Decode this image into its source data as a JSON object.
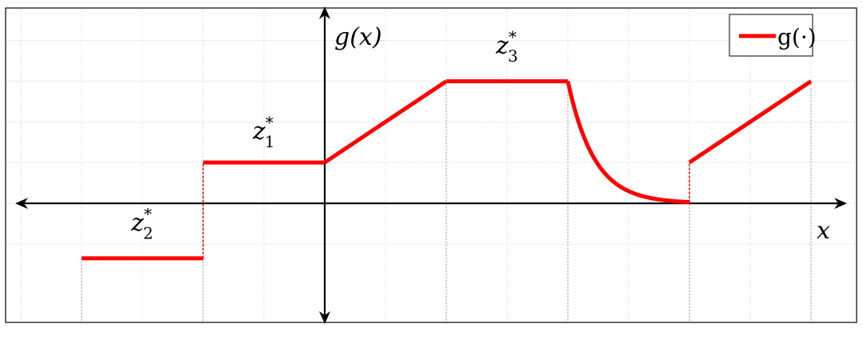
{
  "colors": {
    "series": "#ff0000",
    "axis": "#000000",
    "grid": "#d9d9d9",
    "guide": "#888888",
    "frame": "#000000"
  },
  "chart_data": {
    "type": "line",
    "title": "",
    "xlabel": "x",
    "ylabel": "g(x)",
    "xlim": [
      -5.25,
      8.75
    ],
    "ylim": [
      -1.95,
      3.2
    ],
    "grid": true,
    "legend_position": "top-right",
    "series": [
      {
        "name": "g(·)",
        "segments": [
          {
            "kind": "constant",
            "x": [
              -4,
              -2
            ],
            "y": [
              -0.9,
              -0.9
            ]
          },
          {
            "kind": "constant",
            "x": [
              -2,
              0
            ],
            "y": [
              0.67,
              0.67
            ]
          },
          {
            "kind": "linear",
            "x": [
              0,
              2
            ],
            "y": [
              0.67,
              2.0
            ]
          },
          {
            "kind": "constant",
            "x": [
              2,
              4
            ],
            "y": [
              2.0,
              2.0
            ]
          },
          {
            "kind": "exponential-decay",
            "x": [
              4,
              6
            ],
            "y": [
              2.0,
              0.02
            ]
          },
          {
            "kind": "linear",
            "x": [
              6,
              8
            ],
            "y": [
              0.67,
              2.0
            ]
          }
        ]
      }
    ],
    "annotations": [
      {
        "base": "z",
        "sup": "*",
        "sub": "1",
        "x": -1,
        "y": 1.05
      },
      {
        "base": "z",
        "sup": "*",
        "sub": "2",
        "x": -3,
        "y": -0.45
      },
      {
        "base": "z",
        "sup": "*",
        "sub": "3",
        "x": 3,
        "y": 2.45
      }
    ]
  }
}
